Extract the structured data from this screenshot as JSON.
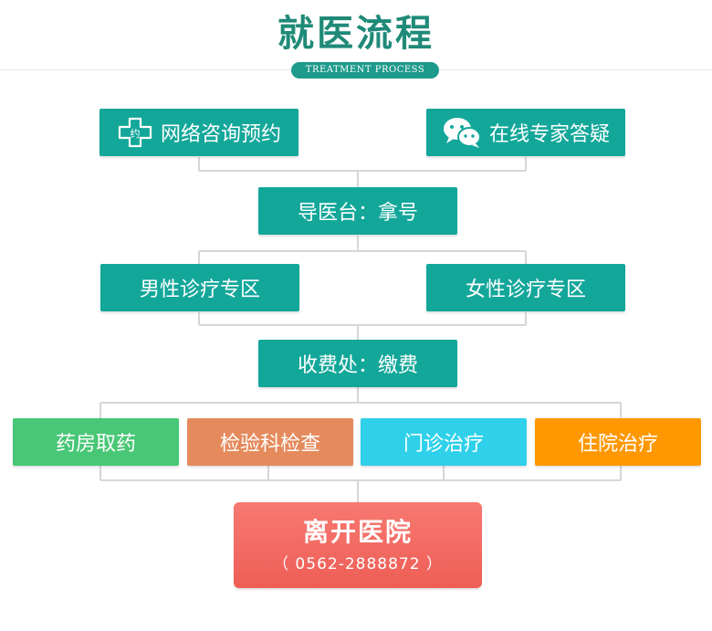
{
  "header": {
    "title": "就医流程",
    "subtitle": "TREATMENT PROCESS"
  },
  "steps": {
    "online_booking": "网络咨询预约",
    "expert_qa": "在线专家答疑",
    "guide_desk": "导医台：拿号",
    "male_zone": "男性诊疗专区",
    "female_zone": "女性诊疗专区",
    "cashier": "收费处：缴费",
    "pharmacy": "药房取药",
    "lab": "检验科检查",
    "outpatient": "门诊治疗",
    "inpatient": "住院治疗",
    "leave": "离开医院",
    "phone": "（ 0562-2888872 ）"
  },
  "icons": {
    "online_booking": "medical-cross-icon",
    "expert_qa": "chat-bubbles-icon"
  },
  "colors": {
    "teal": "#13a79a",
    "green": "#48c776",
    "salmon": "#e58a5c",
    "cyan": "#2fd0ea",
    "orange": "#ff9800",
    "red": "#ef635b",
    "connector": "#d6d6d6"
  }
}
